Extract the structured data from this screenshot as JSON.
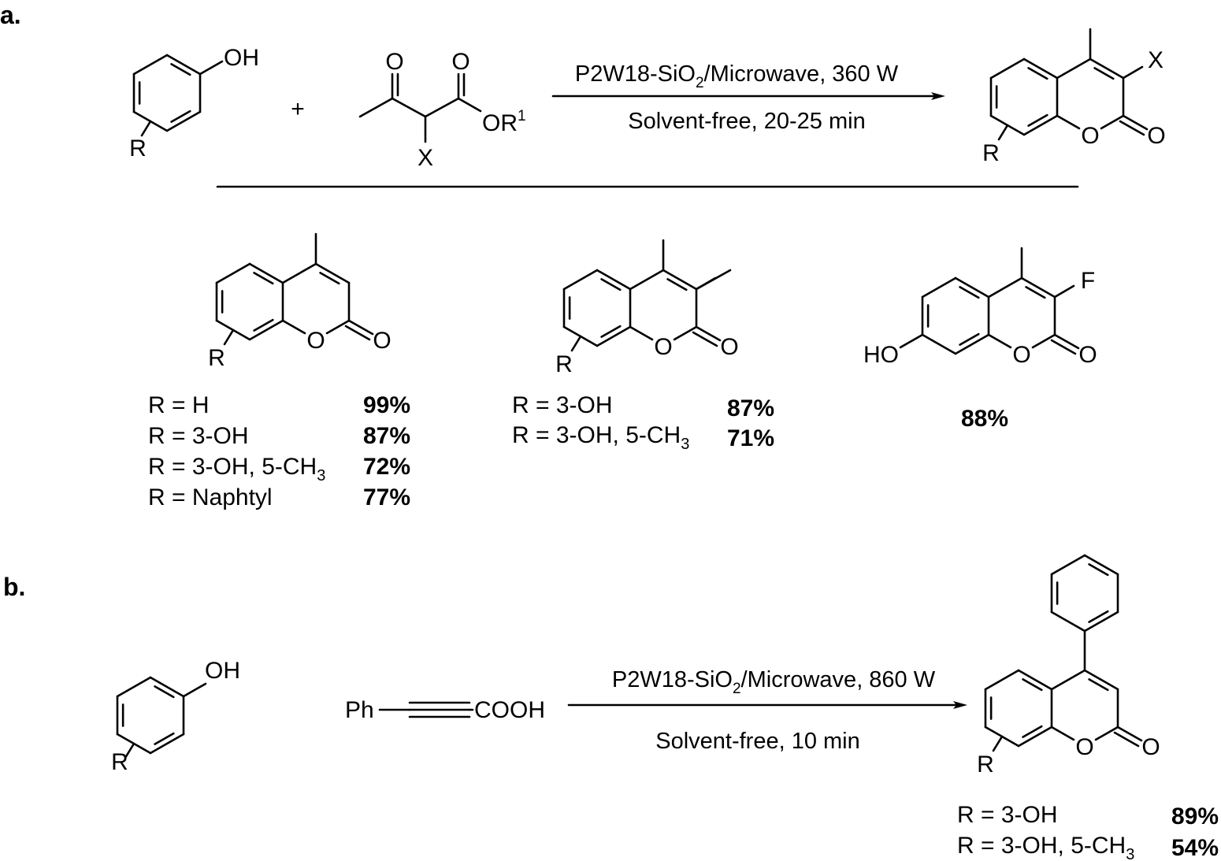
{
  "labels": {
    "a": "a.",
    "b": "b."
  },
  "scheme_a": {
    "phenol": {
      "oh": "OH",
      "r": "R"
    },
    "plus": "+",
    "ketoester": {
      "o_ketone": "O",
      "o_ester": "O",
      "x": "X",
      "or": "OR",
      "or_sup": "1"
    },
    "conditions_above": {
      "pre": "P2W18-SiO",
      "sub": "2",
      "post": "/Microwave, 360 W"
    },
    "conditions_below": "Solvent-free, 20-25 min",
    "product": {
      "x": "X",
      "r": "R",
      "o_ring": "O",
      "o_carbonyl": "O"
    },
    "example_1": {
      "r": "R",
      "o_ring": "O",
      "o_carbonyl": "O",
      "rows": [
        {
          "text": "R = H",
          "sub": "",
          "yield": "99%"
        },
        {
          "text": "R = 3-OH",
          "sub": "",
          "yield": "87%"
        },
        {
          "text": "R = 3-OH, 5-CH",
          "sub": "3",
          "yield": "72%"
        },
        {
          "text": "R = Naphtyl",
          "sub": "",
          "yield": "77%"
        }
      ]
    },
    "example_2": {
      "r": "R",
      "o_ring": "O",
      "o_carbonyl": "O",
      "rows": [
        {
          "text": "R = 3-OH",
          "sub": "",
          "yield": "87%"
        },
        {
          "text": "R = 3-OH, 5-CH",
          "sub": "3",
          "yield": "71%"
        }
      ]
    },
    "example_3": {
      "ho": "HO",
      "f": "F",
      "o_ring": "O",
      "o_carbonyl": "O",
      "yield": "88%"
    }
  },
  "scheme_b": {
    "phenol": {
      "oh": "OH",
      "r": "R"
    },
    "alkyne": {
      "ph": "Ph",
      "cooh": "COOH"
    },
    "conditions_above": {
      "pre": "P2W18-SiO",
      "sub": "2",
      "post": "/Microwave, 860 W"
    },
    "conditions_below": "Solvent-free, 10 min",
    "product": {
      "r": "R",
      "o_ring": "O",
      "o_carbonyl": "O",
      "rows": [
        {
          "text": "R = 3-OH",
          "sub": "",
          "yield": "89%"
        },
        {
          "text": "R = 3-OH, 5-CH",
          "sub": "3",
          "yield": "54%"
        }
      ]
    }
  }
}
